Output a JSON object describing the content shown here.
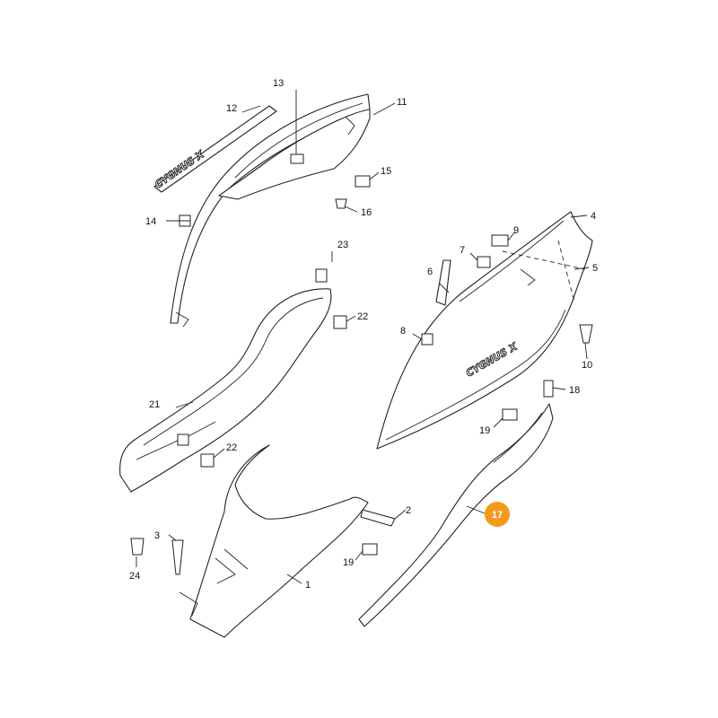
{
  "diagram": {
    "highlight_color": "#F39A1E",
    "highlighted_part": "17",
    "logo_text": "CYGNUS X",
    "callouts": [
      {
        "id": "1",
        "label": "1"
      },
      {
        "id": "2",
        "label": "2"
      },
      {
        "id": "3",
        "label": "3"
      },
      {
        "id": "4",
        "label": "4"
      },
      {
        "id": "5",
        "label": "5"
      },
      {
        "id": "6",
        "label": "6"
      },
      {
        "id": "7",
        "label": "7"
      },
      {
        "id": "8",
        "label": "8"
      },
      {
        "id": "9",
        "label": "9"
      },
      {
        "id": "10",
        "label": "10"
      },
      {
        "id": "11",
        "label": "11"
      },
      {
        "id": "12",
        "label": "12"
      },
      {
        "id": "13",
        "label": "13"
      },
      {
        "id": "14",
        "label": "14"
      },
      {
        "id": "15",
        "label": "15"
      },
      {
        "id": "16",
        "label": "16"
      },
      {
        "id": "17",
        "label": "17"
      },
      {
        "id": "18",
        "label": "18"
      },
      {
        "id": "19a",
        "label": "19"
      },
      {
        "id": "19b",
        "label": "19"
      },
      {
        "id": "21",
        "label": "21"
      },
      {
        "id": "22a",
        "label": "22"
      },
      {
        "id": "22b",
        "label": "22"
      },
      {
        "id": "23",
        "label": "23"
      },
      {
        "id": "24",
        "label": "24"
      }
    ]
  }
}
